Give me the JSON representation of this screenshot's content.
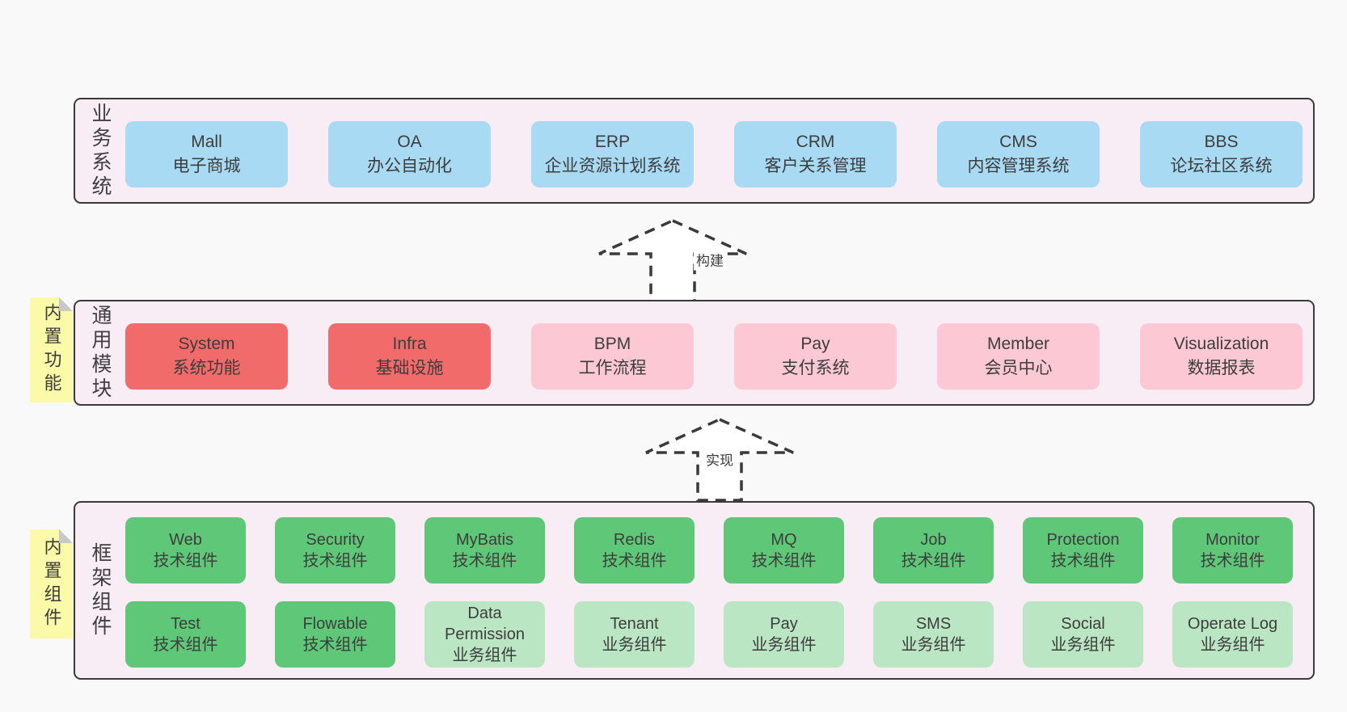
{
  "colors": {
    "page_bg": "#f9f9f9",
    "band_bg": "#f8edf4",
    "band_border": "#3a3a3a",
    "blue": "#a9daf3",
    "red": "#f16b6b",
    "pink": "#fbc8d3",
    "green": "#5fc878",
    "light_green": "#bbe6c4",
    "sticky_yellow": "#fafaa8",
    "text": "#3d3d3d"
  },
  "bands": [
    {
      "label": "业务系统",
      "boxes": [
        {
          "en": "Mall",
          "zh": "电子商城",
          "variant": "blue"
        },
        {
          "en": "OA",
          "zh": "办公自动化",
          "variant": "blue"
        },
        {
          "en": "ERP",
          "zh": "企业资源计划系统",
          "variant": "blue"
        },
        {
          "en": "CRM",
          "zh": "客户关系管理",
          "variant": "blue"
        },
        {
          "en": "CMS",
          "zh": "内容管理系统",
          "variant": "blue"
        },
        {
          "en": "BBS",
          "zh": "论坛社区系统",
          "variant": "blue"
        }
      ]
    },
    {
      "label": "通用模块",
      "note": "内置功能",
      "boxes": [
        {
          "en": "System",
          "zh": "系统功能",
          "variant": "red"
        },
        {
          "en": "Infra",
          "zh": "基础设施",
          "variant": "red"
        },
        {
          "en": "BPM",
          "zh": "工作流程",
          "variant": "pink"
        },
        {
          "en": "Pay",
          "zh": "支付系统",
          "variant": "pink"
        },
        {
          "en": "Member",
          "zh": "会员中心",
          "variant": "pink"
        },
        {
          "en": "Visualization",
          "zh": "数据报表",
          "variant": "pink"
        }
      ]
    },
    {
      "label": "框架组件",
      "note": "内置组件",
      "boxes": [
        {
          "en": "Web",
          "zh": "技术组件",
          "variant": "green"
        },
        {
          "en": "Security",
          "zh": "技术组件",
          "variant": "green"
        },
        {
          "en": "MyBatis",
          "zh": "技术组件",
          "variant": "green"
        },
        {
          "en": "Redis",
          "zh": "技术组件",
          "variant": "green"
        },
        {
          "en": "MQ",
          "zh": "技术组件",
          "variant": "green"
        },
        {
          "en": "Job",
          "zh": "技术组件",
          "variant": "green"
        },
        {
          "en": "Protection",
          "zh": "技术组件",
          "variant": "green"
        },
        {
          "en": "Monitor",
          "zh": "技术组件",
          "variant": "green"
        },
        {
          "en": "Test",
          "zh": "技术组件",
          "variant": "green"
        },
        {
          "en": "Flowable",
          "zh": "技术组件",
          "variant": "green"
        },
        {
          "en": "Data Permission",
          "zh": "业务组件",
          "variant": "light_green"
        },
        {
          "en": "Tenant",
          "zh": "业务组件",
          "variant": "light_green"
        },
        {
          "en": "Pay",
          "zh": "业务组件",
          "variant": "light_green"
        },
        {
          "en": "SMS",
          "zh": "业务组件",
          "variant": "light_green"
        },
        {
          "en": "Social",
          "zh": "业务组件",
          "variant": "light_green"
        },
        {
          "en": "Operate Log",
          "zh": "业务组件",
          "variant": "light_green"
        }
      ]
    }
  ],
  "arrows": [
    {
      "label": "构建"
    },
    {
      "label": "实现"
    }
  ]
}
